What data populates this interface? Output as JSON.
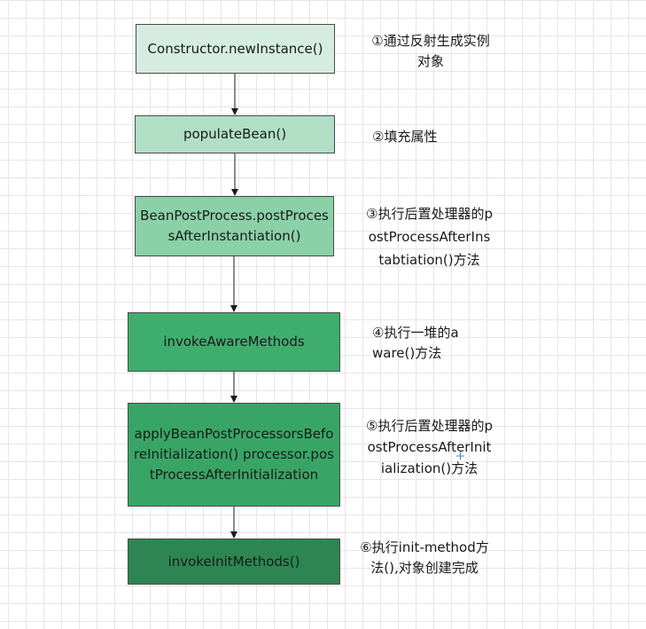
{
  "steps": [
    {
      "label": "Constructor.newInstance()",
      "color": "#d5ede0"
    },
    {
      "label": "populateBean()",
      "color": "#b0dfc5"
    },
    {
      "label": "BeanPostProcess.postProcessAfterInstantiation()",
      "color": "#8ad1a7"
    },
    {
      "label": "invokeAwareMethods",
      "color": "#3ead6d"
    },
    {
      "label": "applyBeanPostProcessorsBeforeInitialization() processor.postProcessAfterInitialization",
      "color": "#38a567"
    },
    {
      "label": "invokeInitMethods()",
      "color": "#2d8651"
    }
  ],
  "notes": [
    "①通过反射生成实例对象",
    "②填充属性",
    "③执行后置处理器的postProcessAfterInstabtiation()方法",
    "④执行一堆的aware()方法",
    "⑤执行后置处理器的postProcessAfterInitialization()方法",
    "⑥执行init-method方法(),对象创建完成"
  ]
}
